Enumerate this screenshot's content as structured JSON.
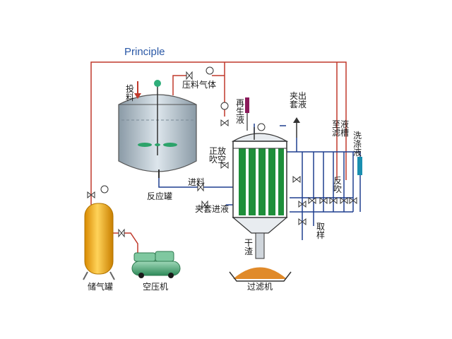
{
  "title": "Principle",
  "labels": {
    "feed_inlet": "投料",
    "pressure_gas": "压料气体",
    "regen_liquid": "再生液",
    "jacket_out": "夹套出液",
    "to_filtrate_tank": "至滤液槽",
    "wash_liquid": "洗涤液",
    "forward_blow": "正吹放空",
    "reactor": "反应罐",
    "feed": "进料",
    "jacket_in": "夹套进液",
    "reverse_blow": "反吹",
    "sampling": "取样",
    "dry_residue": "干渣",
    "air_tank": "储气罐",
    "compressor": "空压机",
    "filter": "过滤机"
  },
  "colors": {
    "air_line": "#c0392b",
    "liquid_line": "#1f3f8f",
    "tank": "#f0a500",
    "filter_elements": "#1e8f3a",
    "compressor": "#3c9a6a",
    "regen_bottle": "#8b1a5a",
    "wash_bottle": "#1a8fb0",
    "residue": "#e08a2a",
    "title": "#2a58a6"
  }
}
